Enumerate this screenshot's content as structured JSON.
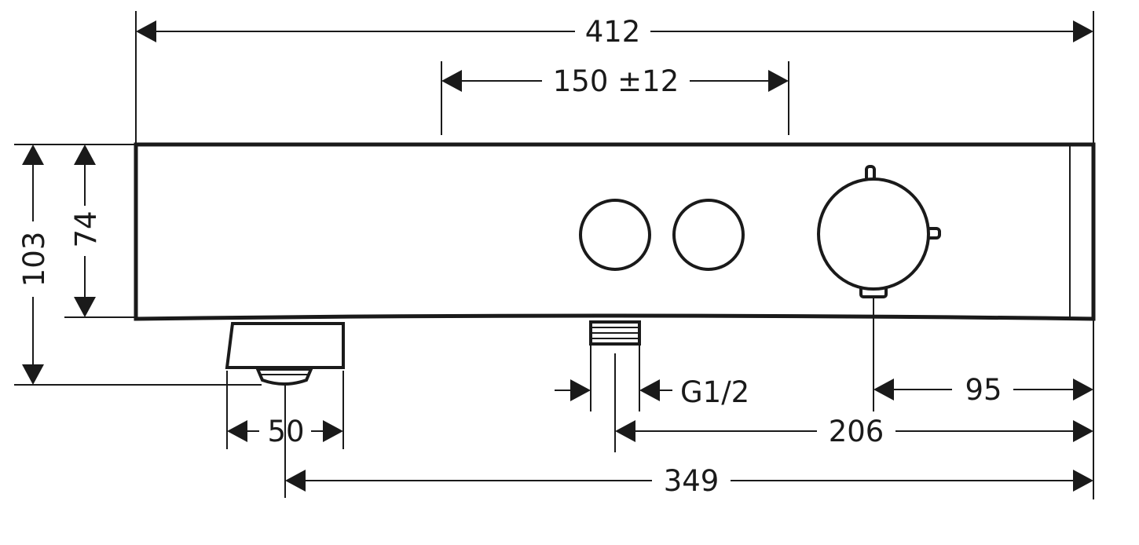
{
  "diagram": {
    "dimensions": {
      "overall_width": "412",
      "connection_spacing": "150 ±12",
      "overall_depth": "103",
      "body_height": "74",
      "spout_width": "50",
      "thread_size": "G1/2",
      "handle_offset": "95",
      "inlet_offset": "206",
      "spout_offset": "349"
    }
  }
}
